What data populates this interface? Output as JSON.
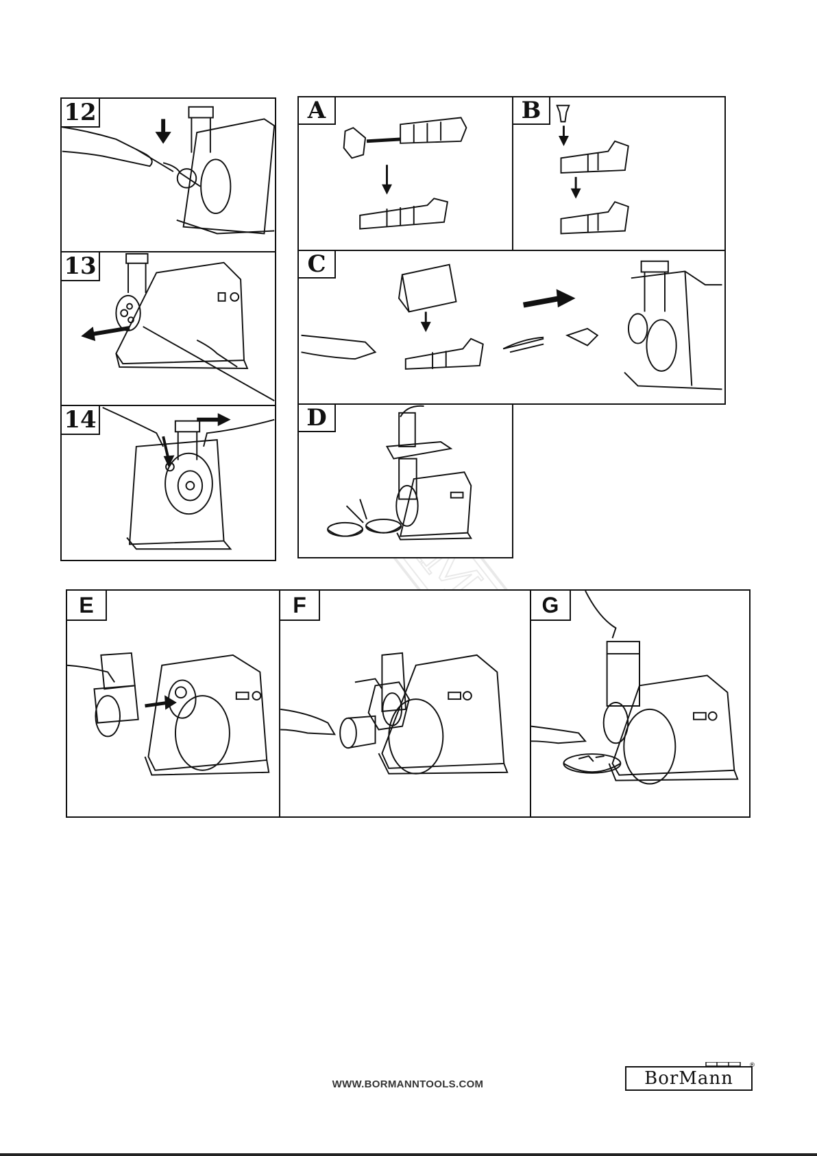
{
  "panels": {
    "p12": {
      "label": "12"
    },
    "p13": {
      "label": "13"
    },
    "p14": {
      "label": "14"
    },
    "pA": {
      "label": "A"
    },
    "pB": {
      "label": "B"
    },
    "pC": {
      "label": "C"
    },
    "pD": {
      "label": "D"
    },
    "pE": {
      "label": "E"
    },
    "pF": {
      "label": "F"
    },
    "pG": {
      "label": "G"
    }
  },
  "watermark": {
    "text": "BORMANN",
    "registered": "®"
  },
  "footer": {
    "url": "WWW.BORMANNTOOLS.COM"
  },
  "logo": {
    "text": "BorMann",
    "registered": "®"
  },
  "colors": {
    "ink": "#111111",
    "paper": "#ffffff",
    "watermark": "#888888"
  }
}
